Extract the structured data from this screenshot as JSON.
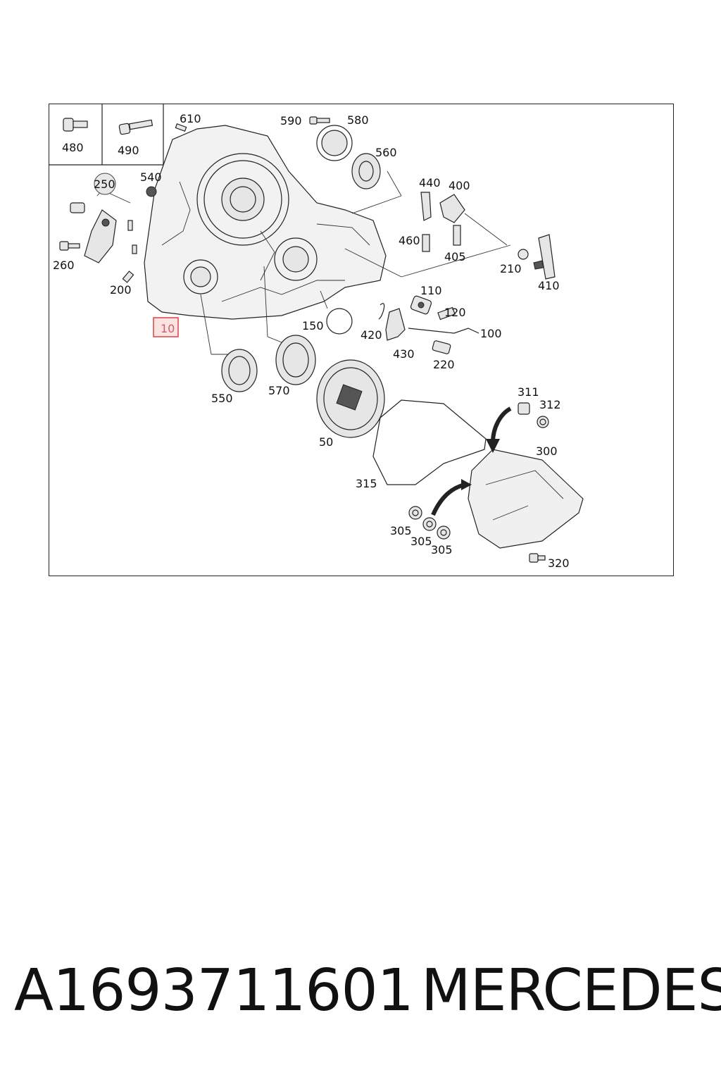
{
  "diagram": {
    "callouts": [
      {
        "id": "c480",
        "label": "480"
      },
      {
        "id": "c490",
        "label": "490"
      },
      {
        "id": "c610",
        "label": "610"
      },
      {
        "id": "c590",
        "label": "590"
      },
      {
        "id": "c580",
        "label": "580"
      },
      {
        "id": "c560",
        "label": "560"
      },
      {
        "id": "c540",
        "label": "540"
      },
      {
        "id": "c250",
        "label": "250"
      },
      {
        "id": "c440",
        "label": "440"
      },
      {
        "id": "c400",
        "label": "400"
      },
      {
        "id": "c460",
        "label": "460"
      },
      {
        "id": "c405",
        "label": "405"
      },
      {
        "id": "c210",
        "label": "210"
      },
      {
        "id": "c410",
        "label": "410"
      },
      {
        "id": "c260",
        "label": "260"
      },
      {
        "id": "c200",
        "label": "200"
      },
      {
        "id": "c110",
        "label": "110"
      },
      {
        "id": "c120",
        "label": "120"
      },
      {
        "id": "c150",
        "label": "150"
      },
      {
        "id": "c420",
        "label": "420"
      },
      {
        "id": "c100",
        "label": "100"
      },
      {
        "id": "c430",
        "label": "430"
      },
      {
        "id": "c220",
        "label": "220"
      },
      {
        "id": "c10",
        "label": "10",
        "highlighted": true
      },
      {
        "id": "c550",
        "label": "550"
      },
      {
        "id": "c570",
        "label": "570"
      },
      {
        "id": "c50",
        "label": "50"
      },
      {
        "id": "c311",
        "label": "311"
      },
      {
        "id": "c312",
        "label": "312"
      },
      {
        "id": "c300",
        "label": "300"
      },
      {
        "id": "c315",
        "label": "315"
      },
      {
        "id": "c305a",
        "label": "305"
      },
      {
        "id": "c305b",
        "label": "305"
      },
      {
        "id": "c305c",
        "label": "305"
      },
      {
        "id": "c320",
        "label": "320"
      }
    ],
    "highlight_color": "#e04040"
  },
  "footer": {
    "part_number": "A1693711601",
    "brand": "MERCEDES"
  }
}
